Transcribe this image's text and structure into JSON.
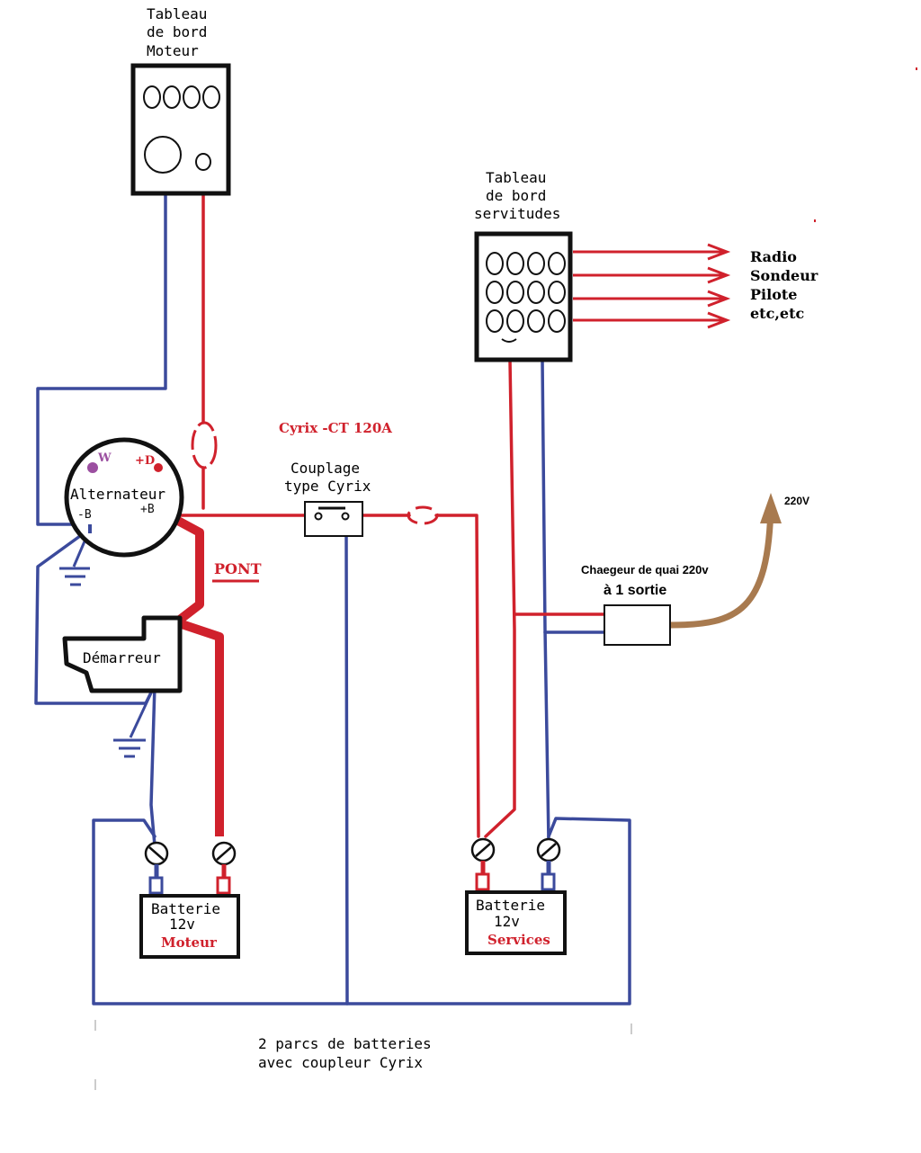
{
  "labels": {
    "dash_engine": [
      "Tableau",
      "de bord",
      "Moteur"
    ],
    "dash_services": [
      "Tableau",
      "de bord",
      "servitudes"
    ],
    "loads": [
      "Radio",
      "Sondeur",
      "Pilote",
      "etc,etc"
    ],
    "cyrix_ref": "Cyrix -CT 120A",
    "coupler": [
      "Couplage",
      "type Cyrix"
    ],
    "alternator": "Alternateur",
    "alt_w": "W",
    "alt_plus_d": "+D",
    "alt_minus_b": "-B",
    "alt_plus_b": "+B",
    "pont": "PONT",
    "starter": "Démarreur",
    "charger": [
      "Chaegeur de quai 220v",
      "à 1 sortie"
    ],
    "mains": "220V",
    "battery_engine": [
      "Batterie",
      "12v",
      "Moteur"
    ],
    "battery_services": [
      "Batterie",
      "12v",
      "Services"
    ],
    "caption": [
      "2 parcs de batteries",
      "avec coupleur Cyrix"
    ]
  },
  "colors": {
    "negative_wire": "#3b4a9c",
    "positive_wire": "#d0212c",
    "mains_wire": "#a87a4f",
    "w_terminal": "#9b4fa0"
  }
}
